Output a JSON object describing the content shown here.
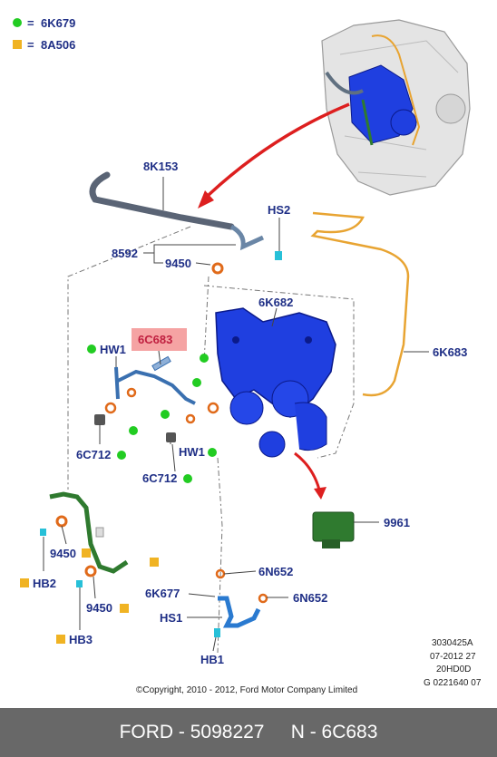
{
  "legend": [
    {
      "symbol_color": "#22cc22",
      "shape": "circle",
      "code": "6K679"
    },
    {
      "symbol_color": "#f0b323",
      "shape": "square",
      "code": "8A506"
    }
  ],
  "labels": {
    "l8k153": "8K153",
    "hs2": "HS2",
    "l8592": "8592",
    "l9450a": "9450",
    "l6k682": "6K682",
    "l6c683": "6C683",
    "l6k683": "6K683",
    "hw1a": "HW1",
    "l6c712a": "6C712",
    "hw1b": "HW1",
    "l6c712b": "6C712",
    "l9961": "9961",
    "l9450b": "9450",
    "hb2": "HB2",
    "l9450c": "9450",
    "hb3": "HB3",
    "l6n652a": "6N652",
    "l6k677": "6K677",
    "l6n652b": "6N652",
    "hs1": "HS1",
    "hb1": "HB1"
  },
  "highlight_color": "#f5a3a3",
  "ref_codes": [
    "3030425A",
    "07-2012 27",
    "20HD0D",
    "G 0221640 07"
  ],
  "copyright": "©Copyright, 2010 - 2012, Ford Motor Company Limited",
  "footer": {
    "brand": "FORD - 5098227",
    "part": "N - 6C683"
  }
}
